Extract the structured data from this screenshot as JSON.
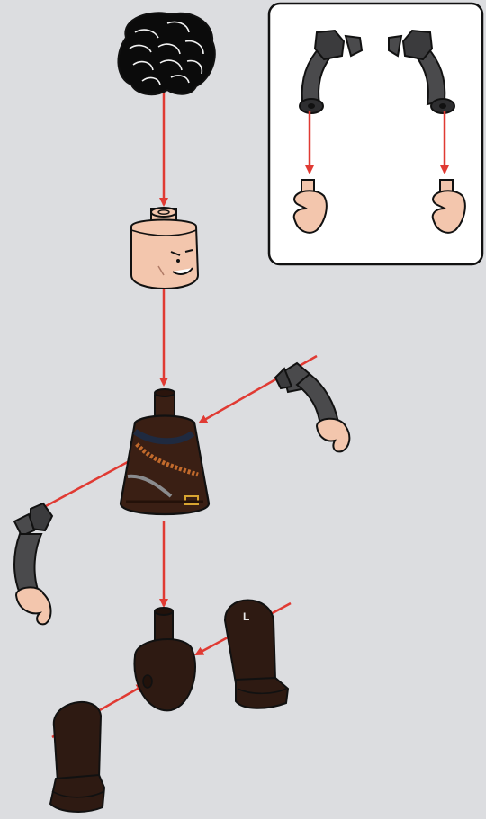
{
  "figure": {
    "title": "",
    "leg_marker": "L"
  },
  "colors": {
    "background": "#dcdde0",
    "arrow": "#e03a33",
    "hair": "#0b0b0b",
    "skin": "#f3c6ad",
    "skin_shadow": "#e2a98e",
    "torso": "#3a1f14",
    "torso_shadow": "#231109",
    "sleeve": "#4a4a4c",
    "legs": "#2e1a12",
    "inset_bg": "#ffffff",
    "outline": "#111111"
  },
  "parts": [
    {
      "id": "hair",
      "icon": "hair-piece-icon"
    },
    {
      "id": "head",
      "icon": "minifig-head-icon"
    },
    {
      "id": "torso",
      "icon": "minifig-torso-icon"
    },
    {
      "id": "right-arm",
      "icon": "arm-icon"
    },
    {
      "id": "left-arm",
      "icon": "arm-icon"
    },
    {
      "id": "hips",
      "icon": "hips-icon"
    },
    {
      "id": "left-leg",
      "icon": "leg-icon"
    },
    {
      "id": "right-leg",
      "icon": "leg-icon"
    }
  ],
  "inset": {
    "description_icon": "hand-attachment-callout",
    "steps": [
      {
        "id": "left-hand-assembly",
        "icon": "hand-icon"
      },
      {
        "id": "right-hand-assembly",
        "icon": "hand-icon"
      }
    ]
  }
}
